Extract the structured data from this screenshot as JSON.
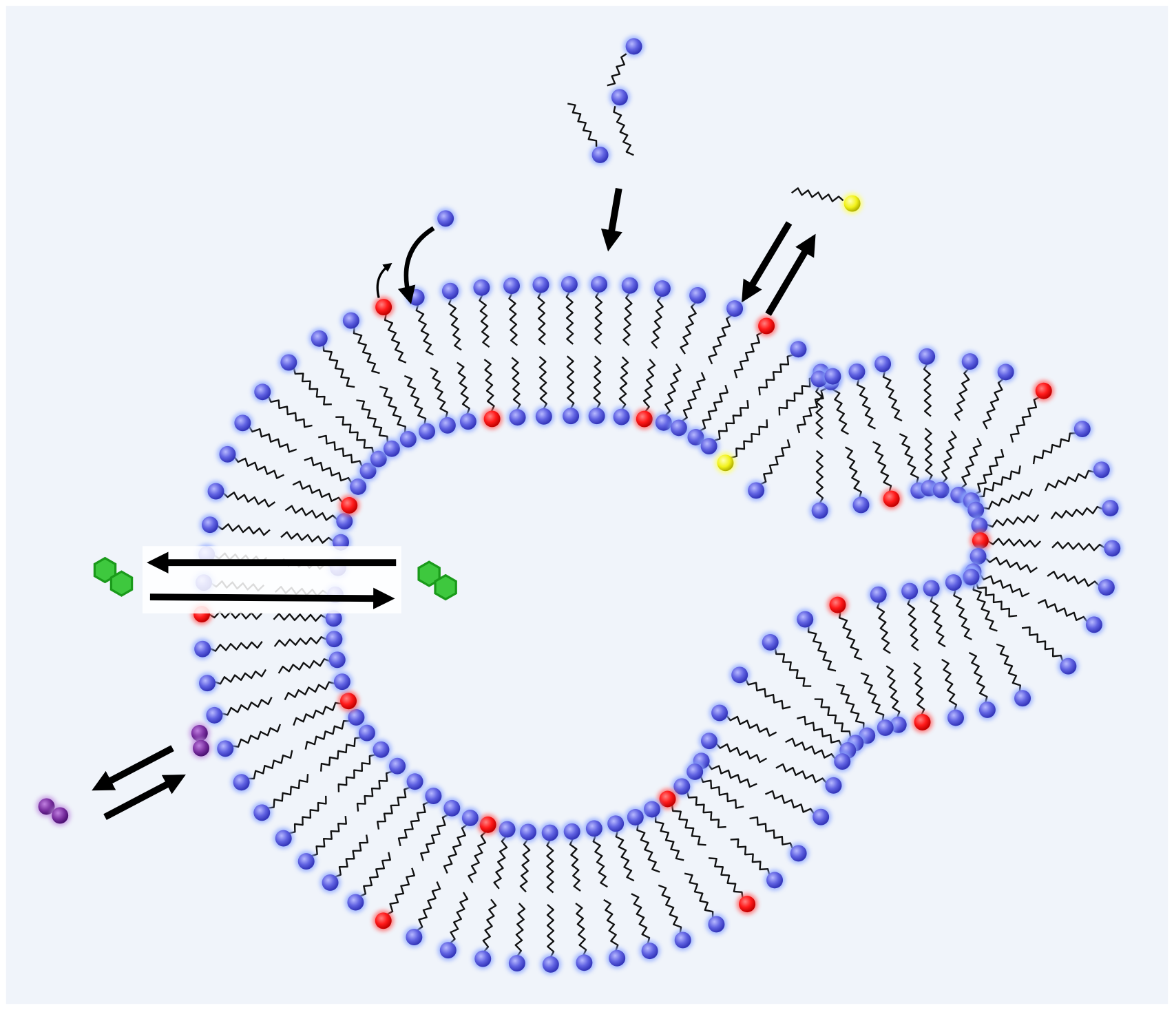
{
  "diagram": {
    "kind": "lipid vesicle (liposome) bilayer schematic",
    "colors": {
      "background": "#f0f4fa",
      "lipid_head": "#5a5ce0",
      "lipid_head_glow": "#8fa8ff",
      "marked_head": "#ff1a1a",
      "inserting_lipid_head": "#f2f21a",
      "tail": "#111111",
      "aromatic_molecule": "#3ec83e",
      "dimer_molecule": "#7a2fa0",
      "arrow": "#000000"
    },
    "elements": [
      "membrane-bilayer",
      "free-lipids-inserting",
      "yellow-lipid-exchange",
      "lipid-head-flip",
      "green-molecule-permeation",
      "purple-dimer-exchange"
    ]
  }
}
